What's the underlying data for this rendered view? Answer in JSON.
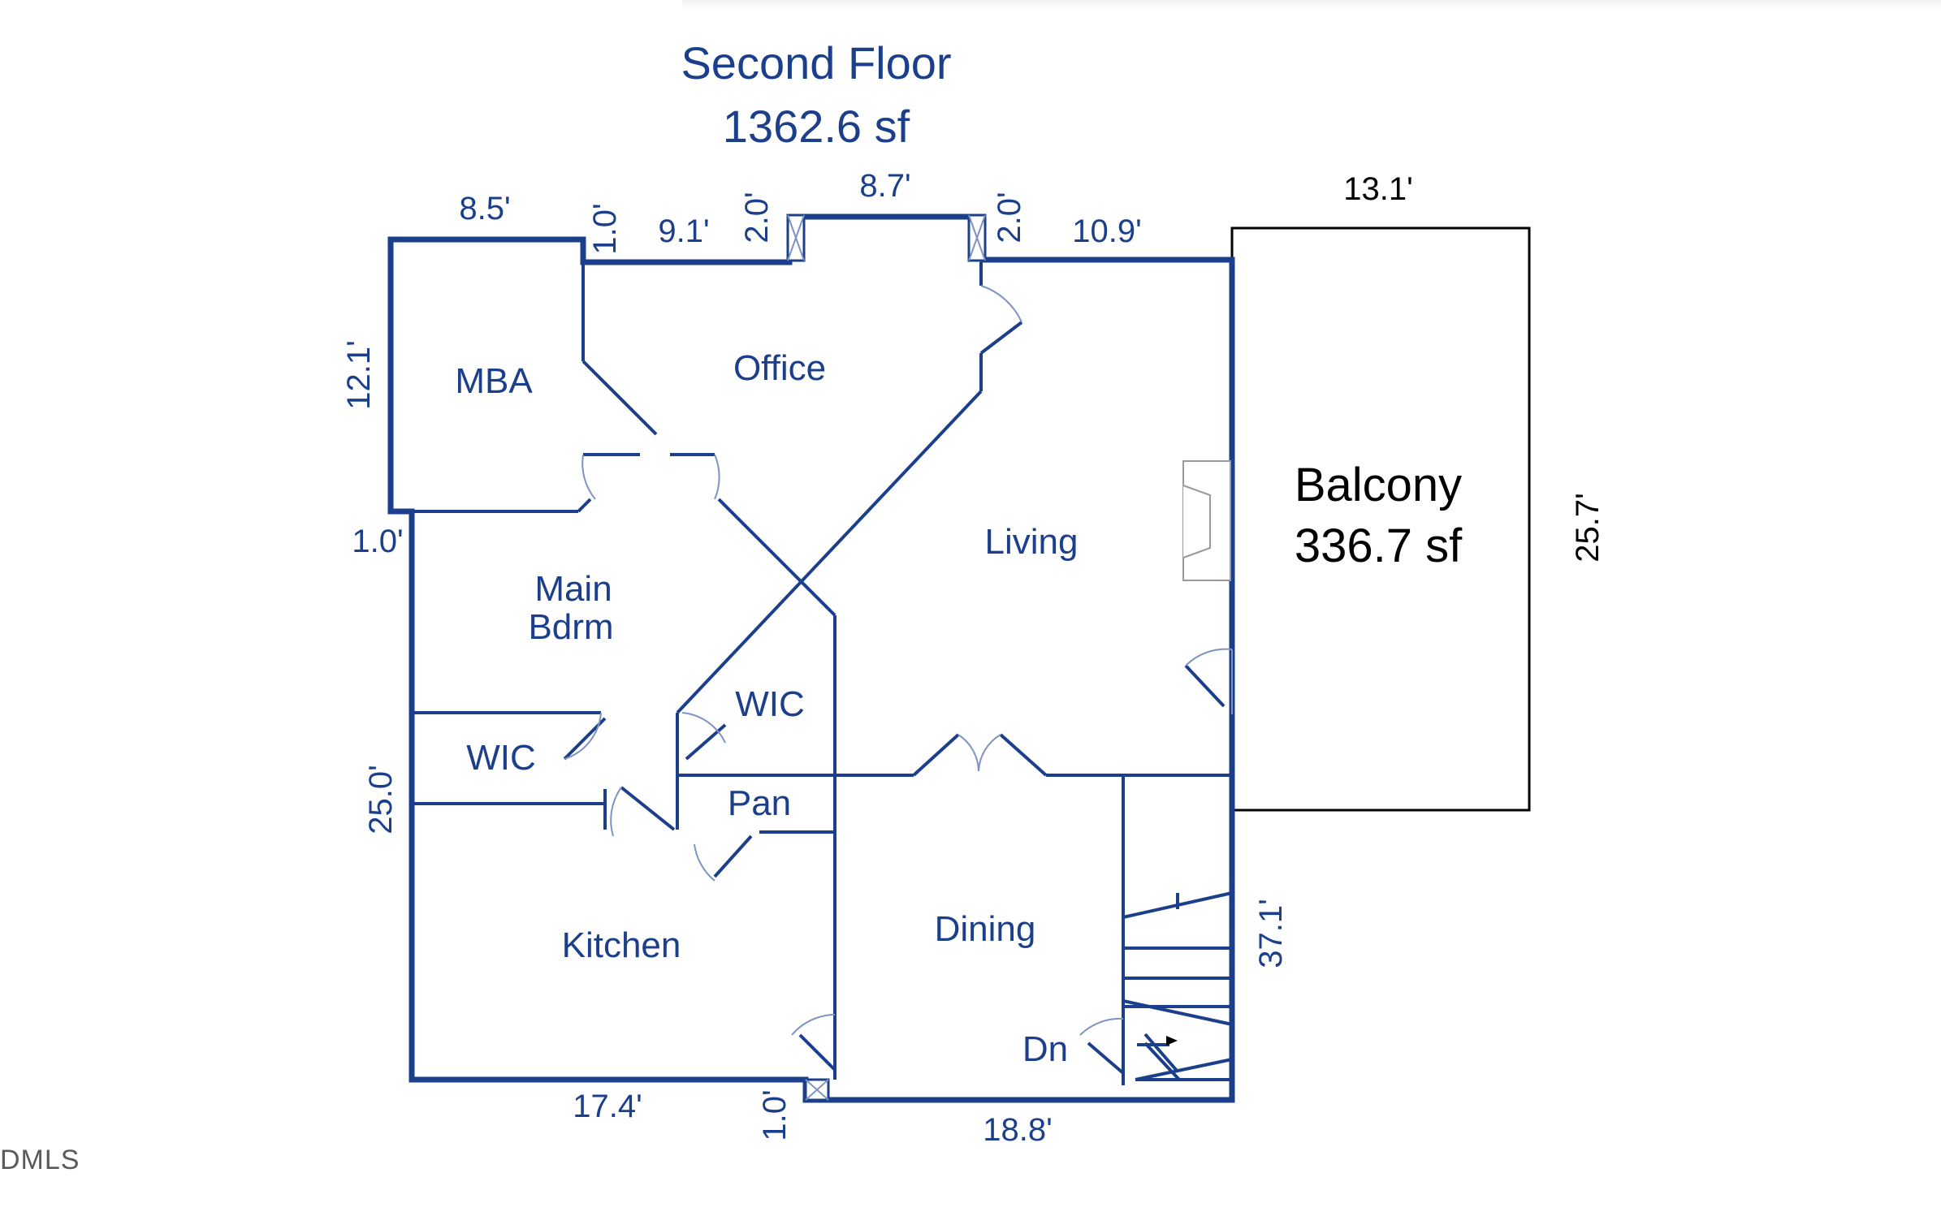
{
  "title": {
    "line1": "Second Floor",
    "line2": "1362.6 sf"
  },
  "balcony": {
    "name": "Balcony",
    "area": "336.7 sf"
  },
  "rooms": {
    "mba": "MBA",
    "office": "Office",
    "living": "Living",
    "main_bdrm_1": "Main",
    "main_bdrm_2": "Bdrm",
    "wic_right": "WIC",
    "wic_left": "WIC",
    "pan": "Pan",
    "kitchen": "Kitchen",
    "dining": "Dining",
    "dn": "Dn"
  },
  "dimensions": {
    "top_mba": "8.5'",
    "top_step1": "1.0'",
    "top_office_left": "9.1'",
    "top_step2": "2.0'",
    "top_office_mid": "8.7'",
    "top_step3": "2.0'",
    "top_living": "10.9'",
    "balcony_top": "13.1'",
    "mba_left": "12.1'",
    "left_step": "1.0'",
    "left_main": "25.0'",
    "balcony_right": "25.7'",
    "right_main": "37.1'",
    "bottom_kitchen": "17.4'",
    "bottom_step": "1.0'",
    "bottom_dining": "18.8'"
  },
  "watermark": "DMLS",
  "colors": {
    "wall_blue": "#1c3f8c",
    "balcony_black": "#000000",
    "background": "#ffffff"
  }
}
